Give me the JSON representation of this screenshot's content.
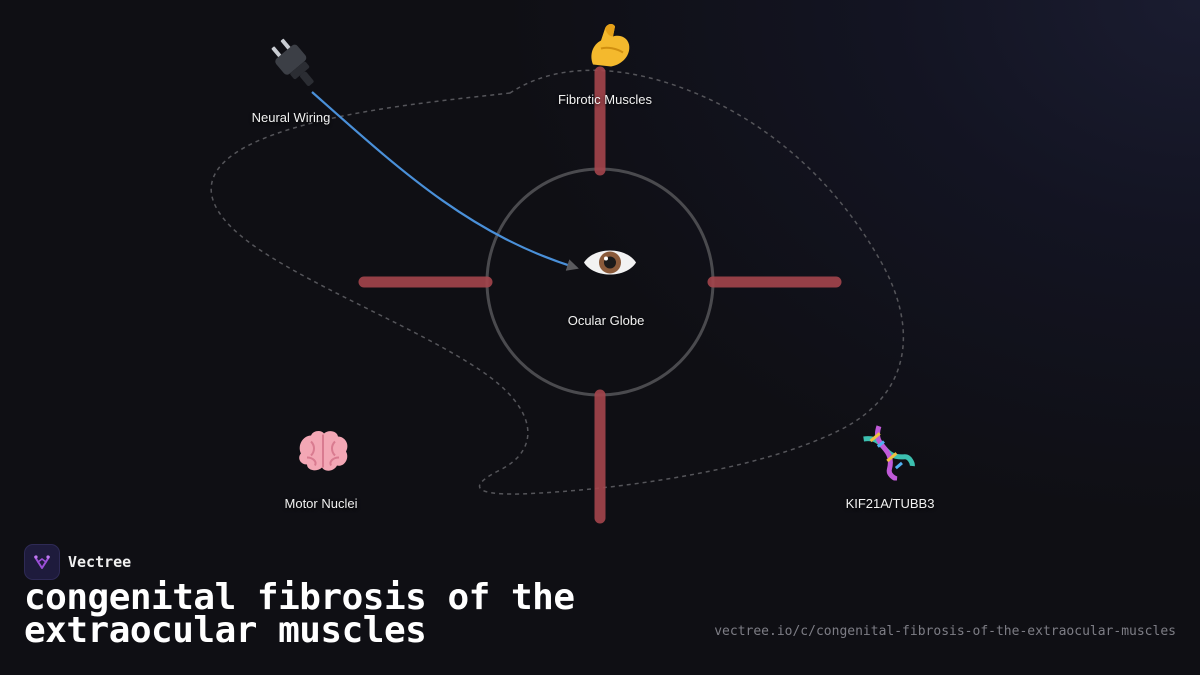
{
  "diagram": {
    "center": {
      "label": "Ocular Globe",
      "icon": "eye-icon"
    },
    "nodes": [
      {
        "id": "neural-wiring",
        "label": "Neural Wiring",
        "icon": "plug-icon"
      },
      {
        "id": "fibrotic-muscles",
        "label": "Fibrotic Muscles",
        "icon": "flexed-bicep-icon"
      },
      {
        "id": "motor-nuclei",
        "label": "Motor Nuclei",
        "icon": "brain-icon"
      },
      {
        "id": "kif21a-tubb3",
        "label": "KIF21A/TUBB3",
        "icon": "dna-icon"
      }
    ],
    "connections": [
      {
        "from": "Neural Wiring",
        "to": "Ocular Globe",
        "color": "#4a90d9"
      }
    ],
    "colors": {
      "muscle_bar": "#a4454c",
      "ring": "#4a4a4e",
      "dashed_path": "#55555a",
      "arrow": "#4a90d9"
    }
  },
  "brand": {
    "name": "Vectree",
    "logo_color": "#9b4fd8"
  },
  "title": "congenital fibrosis of the extraocular muscles",
  "url": "vectree.io/c/congenital-fibrosis-of-the-extraocular-muscles"
}
